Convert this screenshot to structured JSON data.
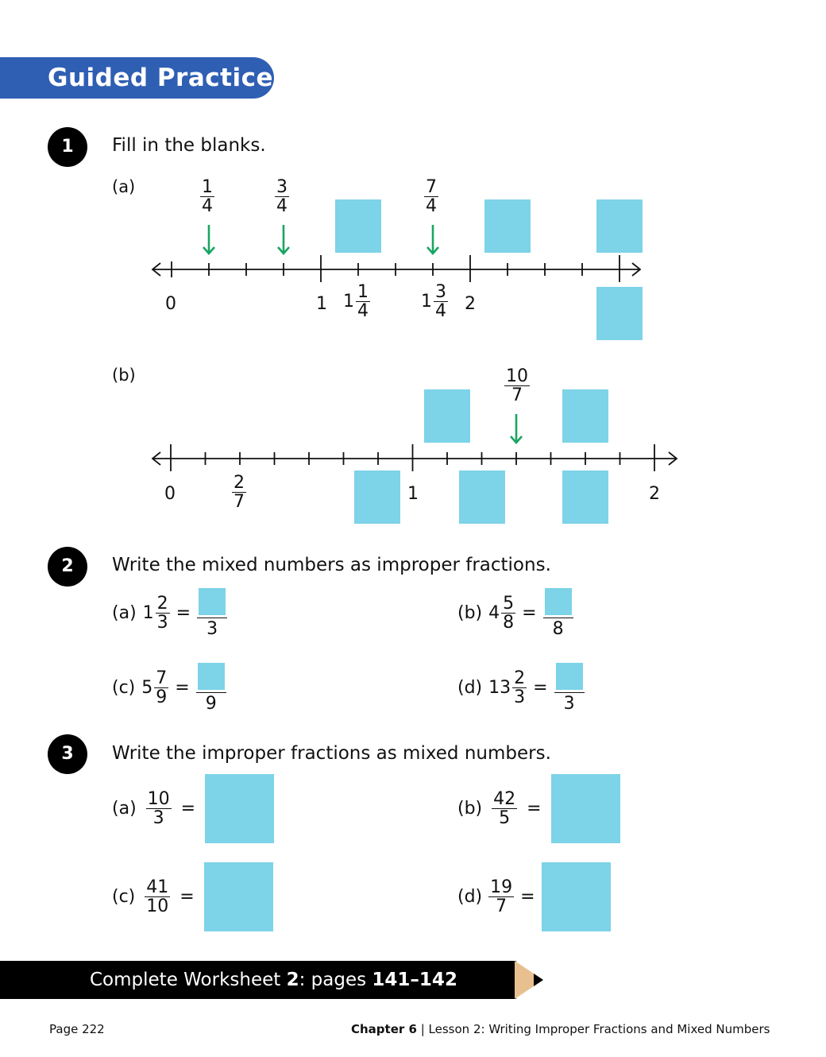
{
  "banner": "Guided Practice",
  "q1": {
    "num": "1",
    "text": "Fill in the blanks.",
    "a": {
      "label": "(a)",
      "arrows": [
        {
          "n": "1",
          "d": "4"
        },
        {
          "n": "3",
          "d": "4"
        },
        {
          "n": "7",
          "d": "4"
        }
      ],
      "ticks": {
        "zero": "0",
        "one": "1",
        "two": "2"
      },
      "mixed1": {
        "w": "1",
        "n": "1",
        "d": "4"
      },
      "mixed2": {
        "w": "1",
        "n": "3",
        "d": "4"
      }
    },
    "b": {
      "label": "(b)",
      "arrow": {
        "n": "10",
        "d": "7"
      },
      "ticks": {
        "zero": "0",
        "one": "1",
        "two": "2"
      },
      "frac": {
        "n": "2",
        "d": "7"
      }
    }
  },
  "q2": {
    "num": "2",
    "text": "Write the mixed numbers as improper fractions.",
    "items": [
      {
        "label": "(a)",
        "w": "1",
        "n": "2",
        "d": "3",
        "eq": "=",
        "ad": "3"
      },
      {
        "label": "(b)",
        "w": "4",
        "n": "5",
        "d": "8",
        "eq": "=",
        "ad": "8"
      },
      {
        "label": "(c)",
        "w": "5",
        "n": "7",
        "d": "9",
        "eq": "=",
        "ad": "9"
      },
      {
        "label": "(d)",
        "w": "13",
        "n": "2",
        "d": "3",
        "eq": "=",
        "ad": "3"
      }
    ]
  },
  "q3": {
    "num": "3",
    "text": "Write the improper fractions as mixed numbers.",
    "items": [
      {
        "label": "(a)",
        "n": "10",
        "d": "3",
        "eq": "="
      },
      {
        "label": "(b)",
        "n": "42",
        "d": "5",
        "eq": "="
      },
      {
        "label": "(c)",
        "n": "41",
        "d": "10",
        "eq": "="
      },
      {
        "label": "(d)",
        "n": "19",
        "d": "7",
        "eq": "="
      }
    ]
  },
  "footer": {
    "text1": "Complete Worksheet ",
    "bold1": "2",
    "text2": ": pages ",
    "bold2": "141–142",
    "page": "Page 222",
    "chapter": "Chapter 6",
    "lesson": "Lesson 2: Writing Improper Fractions and Mixed Numbers"
  },
  "colors": {
    "banner": "#2f5fb3",
    "box": "#7dd3e8",
    "arrow": "#1aa561",
    "pencil": "#e8c08f"
  }
}
